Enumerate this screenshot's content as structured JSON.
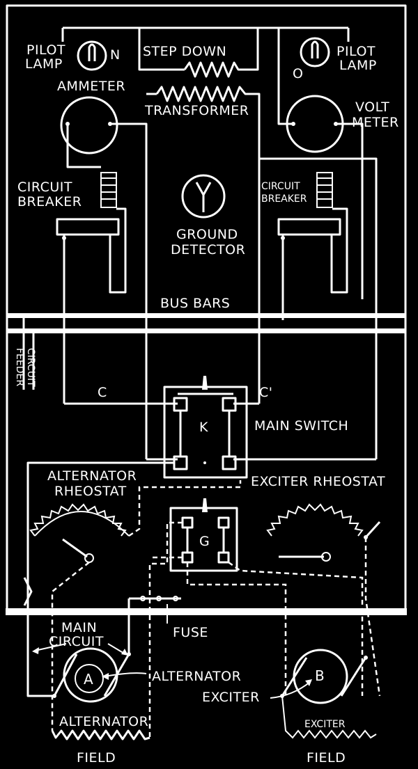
{
  "labels": {
    "pilot_lamp_left": [
      "PILOT",
      "LAMP"
    ],
    "n_mark": "N",
    "step_down": "STEP  DOWN",
    "pilot_lamp_right": [
      "PILOT",
      "LAMP"
    ],
    "o_mark": "O",
    "ammeter": "AMMETER",
    "transformer": "TRANSFORMER",
    "volt_meter": [
      "VOLT",
      "METER"
    ],
    "circuit_breaker_left": [
      "CIRCUIT",
      "BREAKER"
    ],
    "circuit_breaker_right": [
      "CIRCUIT",
      "BREAKER"
    ],
    "ground_detector": [
      "GROUND",
      "DETECTOR"
    ],
    "bus_bars": "BUS BARS",
    "feeder_circuit": [
      "FEEDER",
      "CIRCUIT"
    ],
    "c_left": "C",
    "c_right": "C'",
    "k": "K",
    "main_switch": "MAIN SWITCH",
    "alternator_rheostat": [
      "ALTERNATOR",
      "RHEOSTAT"
    ],
    "exciter_rheostat": "EXCITER RHEOSTAT",
    "g": "G",
    "main_circuit": [
      "MAIN",
      "CIRCUIT"
    ],
    "fuse": "FUSE",
    "a": "A",
    "alternator_arrow": "ALTERNATOR",
    "b": "B",
    "exciter_arrow": "EXCITER",
    "alternator_bottom": "ALTERNATOR",
    "field_left": "FIELD",
    "exciter_bottom": "EXCITER",
    "field_right": "FIELD"
  },
  "colors": {
    "background": "#000000",
    "line": "#ffffff"
  }
}
